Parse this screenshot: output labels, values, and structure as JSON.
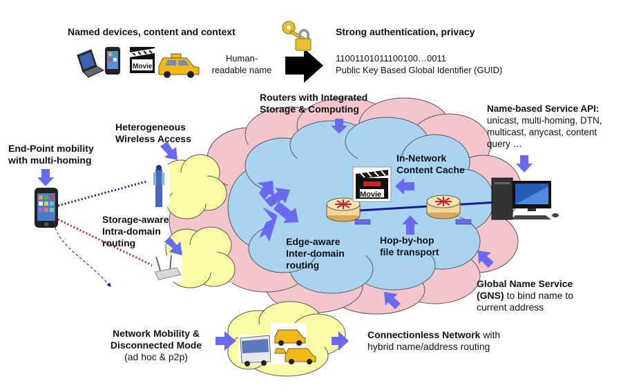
{
  "header": {
    "named_devices": "Named devices, content and context",
    "strong_auth": "Strong authentication, privacy",
    "human_line1": "Human-",
    "human_line2": "readable name",
    "guid_bits": "11001101011100100…0011",
    "guid_label": "Public Key Based Global Identifier (GUID)",
    "movie_label": "Movie"
  },
  "labels": {
    "routers_line1": "Routers with Integrated",
    "routers_line2": "Storage & Computing",
    "hetero_line1": "Heterogeneous",
    "hetero_line2": "Wireless Access",
    "endpoint_line1": "End-Point mobility",
    "endpoint_line2": "with multi-homing",
    "storage_line1": "Storage-aware",
    "storage_line2": "Intra-domain",
    "storage_line3": "routing",
    "edge_line1": "Edge-aware",
    "edge_line2": "Inter-domain",
    "edge_line3": "routing",
    "hop_line1": "Hop-by-hop",
    "hop_line2": "file transport",
    "cache_line1": "In-Network",
    "cache_line2": "Content Cache",
    "cache_movie": "Movie",
    "api_title": "Name-based Service API:",
    "api_line2": "unicast, multi-homing,  DTN,",
    "api_line3": "multicast, anycast, content",
    "api_line4": "query …",
    "gns_bold_line1": "Global Name Service",
    "gns_bold_line2": "(GNS)",
    "gns_rest_line2": " to bind name to",
    "gns_line3": "current address",
    "netmob_line1": "Network Mobility  &",
    "netmob_line2": "Disconnected Mode",
    "netmob_line3": "(ad hoc & p2p)",
    "conn_bold": "Connectionless Network",
    "conn_rest": " with",
    "conn_line2": "hybrid name/address routing"
  },
  "colors": {
    "arrow_blue": "#6a6af0",
    "outer_cloud": "#f4c6cc",
    "inner_cloud": "#a8d4f2",
    "small_cloud": "#fbfba6",
    "link_blue": "#1a1a8c",
    "link_red": "#cc2222"
  }
}
